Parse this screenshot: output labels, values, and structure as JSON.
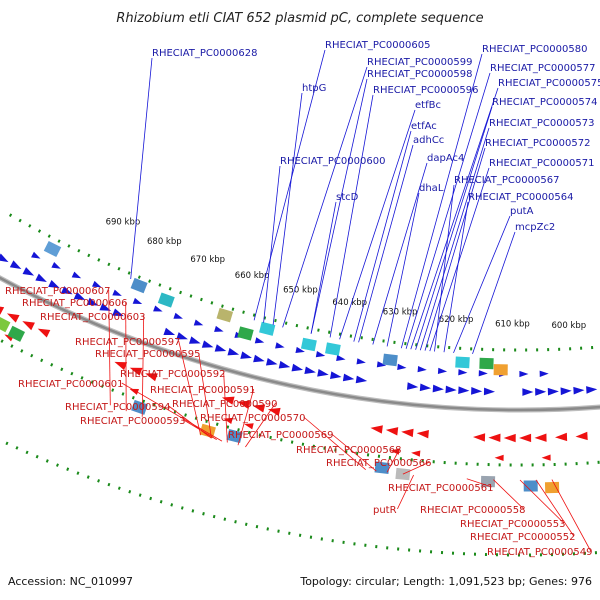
{
  "title": "Rhizobium etli CIAT 652 plasmid pC, complete sequence",
  "accession_text": "Accession: NC_010997",
  "summary_text": "Topology: circular; Length: 1,091,523 bp; Genes: 976",
  "colors": {
    "forward": "#1515d6",
    "reverse": "#ee1111",
    "backbone": "#8a8a8a",
    "ticks": "#1a8a1a",
    "fwd_label": "#1a1aa6",
    "rev_label": "#c41818"
  },
  "scale_labels": [
    "690 kbp",
    "680 kbp",
    "670 kbp",
    "660 kbp",
    "650 kbp",
    "640 kbp",
    "630 kbp",
    "620 kbp",
    "610 kbp",
    "600 kbp"
  ],
  "forward_labels": [
    "RHECIAT_PC0000628",
    "RHECIAT_PC0000605",
    "RHECIAT_PC0000599",
    "RHECIAT_PC0000598",
    "htpG",
    "RHECIAT_PC0000596",
    "etfBc",
    "etfAc",
    "adhCc",
    "RHECIAT_PC0000600",
    "stcD",
    "dapAc4",
    "dhaL",
    "RHECIAT_PC0000580",
    "RHECIAT_PC0000577",
    "RHECIAT_PC0000575",
    "RHECIAT_PC0000574",
    "RHECIAT_PC0000573",
    "RHECIAT_PC0000572",
    "RHECIAT_PC0000571",
    "RHECIAT_PC0000567",
    "RHECIAT_PC0000564",
    "putA",
    "mcpZc2"
  ],
  "reverse_labels": [
    "RHECIAT_PC0000607",
    "RHECIAT_PC0000606",
    "RHECIAT_PC0000603",
    "RHECIAT_PC0000597",
    "RHECIAT_PC0000595",
    "RHECIAT_PC0000601",
    "RHECIAT_PC0000592",
    "RHECIAT_PC0000591",
    "RHECIAT_PC0000590",
    "RHECIAT_PC0000594",
    "RHECIAT_PC0000593",
    "RHECIAT_PC0000570",
    "RHECIAT_PC0000569",
    "RHECIAT_PC0000568",
    "RHECIAT_PC0000566",
    "RHECIAT_PC0000561",
    "putR",
    "RHECIAT_PC0000558",
    "RHECIAT_PC0000553",
    "RHECIAT_PC0000552",
    "RHECIAT_PC0000549"
  ]
}
